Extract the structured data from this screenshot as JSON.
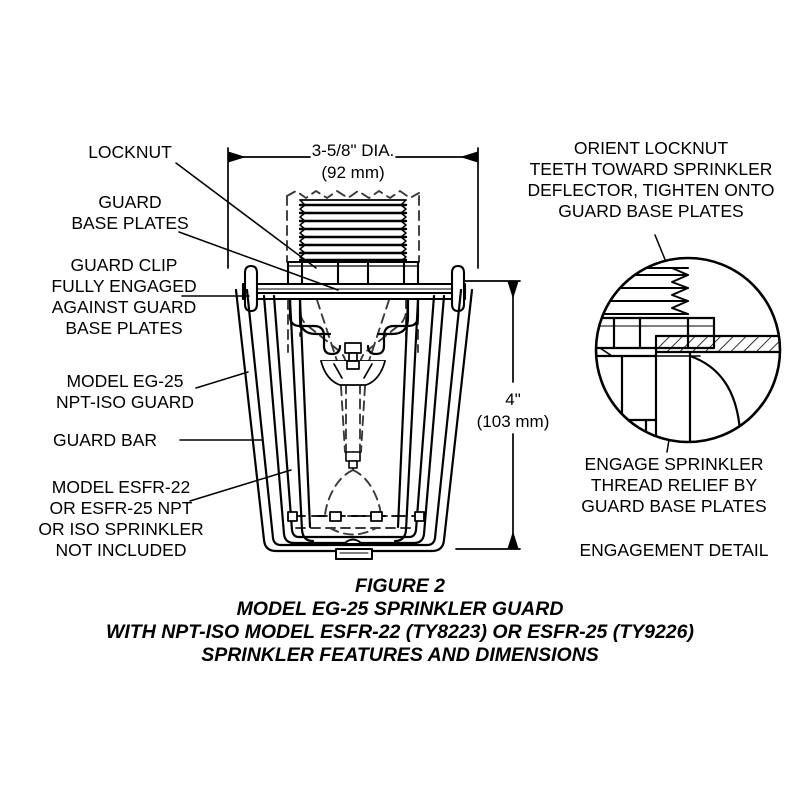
{
  "figure": {
    "colors": {
      "line": "#000000",
      "background": "#ffffff",
      "hidden_line": "#333333"
    },
    "caption": {
      "line1": "FIGURE 2",
      "line2": "MODEL EG-25 SPRINKLER GUARD",
      "line3": "WITH NPT-ISO MODEL ESFR-22 (TY8223) OR ESFR-25 (TY9226)",
      "line4": "SPRINKLER FEATURES AND DIMENSIONS"
    },
    "dimensions": {
      "width": {
        "value": "3-5/8\" DIA.",
        "metric": "(92 mm)"
      },
      "height": {
        "value": "4\"",
        "metric": "(103 mm)"
      }
    },
    "callouts_left": [
      {
        "id": "locknut",
        "lines": [
          "LOCKNUT"
        ]
      },
      {
        "id": "guard-base-plates",
        "lines": [
          "GUARD",
          "BASE PLATES"
        ]
      },
      {
        "id": "guard-clip",
        "lines": [
          "GUARD CLIP",
          "FULLY ENGAGED",
          "AGAINST GUARD",
          "BASE PLATES"
        ]
      },
      {
        "id": "model-eg-25",
        "lines": [
          "MODEL EG-25",
          "NPT-ISO GUARD"
        ]
      },
      {
        "id": "guard-bar",
        "lines": [
          "GUARD BAR"
        ]
      },
      {
        "id": "model-esfr",
        "lines": [
          "MODEL ESFR-22",
          "OR ESFR-25 NPT",
          "OR ISO SPRINKLER",
          "NOT INCLUDED"
        ]
      }
    ],
    "callouts_right": [
      {
        "id": "orient-locknut",
        "lines": [
          "ORIENT LOCKNUT",
          "TEETH TOWARD SPRINKLER",
          "DEFLECTOR, TIGHTEN ONTO",
          "GUARD BASE PLATES"
        ]
      },
      {
        "id": "engage-thread-relief",
        "lines": [
          "ENGAGE SPRINKLER",
          "THREAD RELIEF BY",
          "GUARD BASE PLATES"
        ]
      }
    ],
    "detail_title": "ENGAGEMENT DETAIL"
  }
}
